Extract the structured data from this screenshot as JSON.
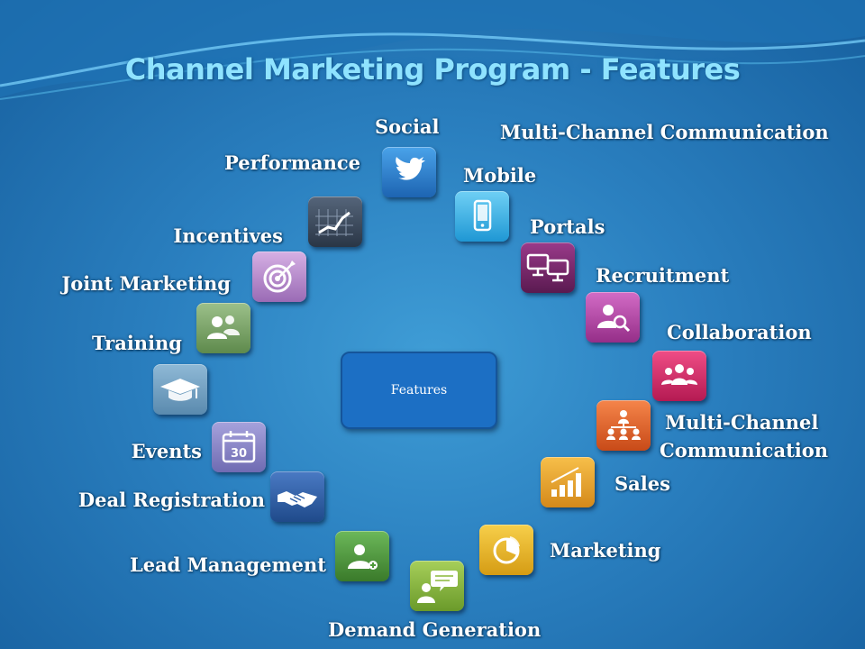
{
  "slide": {
    "title": "Channel Marketing Program - Features",
    "center_label": "Features"
  },
  "labels": {
    "social": "Social",
    "multi_channel_top": "Multi-Channel Communication",
    "performance": "Performance",
    "mobile": "Mobile",
    "incentives": "Incentives",
    "portals": "Portals",
    "joint_marketing": "Joint Marketing",
    "recruitment": "Recruitment",
    "training": "Training",
    "collaboration": "Collaboration",
    "multi_channel_line1": "Multi-Channel",
    "multi_channel_line2": "Communication",
    "events": "Events",
    "sales": "Sales",
    "deal_registration": "Deal Registration",
    "marketing": "Marketing",
    "lead_management": "Lead Management",
    "demand_generation": "Demand Generation",
    "calendar_number": "30"
  },
  "icons": {
    "social": "twitter-bird-icon",
    "performance": "line-chart-icon",
    "mobile": "mobile-phone-icon",
    "incentives": "target-icon",
    "portals": "monitors-icon",
    "joint_marketing": "people-icon",
    "recruitment": "person-search-icon",
    "training": "graduation-cap-icon",
    "collaboration": "group-icon",
    "multi_channel": "org-chart-icon",
    "events": "calendar-icon",
    "sales": "bar-chart-icon",
    "deal_registration": "handshake-icon",
    "marketing": "pie-chart-icon",
    "lead_management": "person-add-icon",
    "demand_generation": "speech-bubble-person-icon"
  },
  "colors": {
    "social": "#2a7fd0",
    "performance": "#3b4a5e",
    "mobile": "#3fb2e6",
    "incentives": "#b58ac9",
    "portals": "#7a2a6e",
    "joint_marketing": "#7fa86a",
    "recruitment": "#b14aa5",
    "training": "#6a9bbf",
    "collaboration": "#d02a6a",
    "multi_channel": "#e0602a",
    "events": "#8a86c8",
    "sales": "#e8a21e",
    "deal_registration": "#2d5fa8",
    "marketing": "#e8b41e",
    "lead_management": "#4e9a3a",
    "demand_generation": "#8ab83a",
    "center_box": "#1c6fc4",
    "title": "#8fe3ff"
  }
}
